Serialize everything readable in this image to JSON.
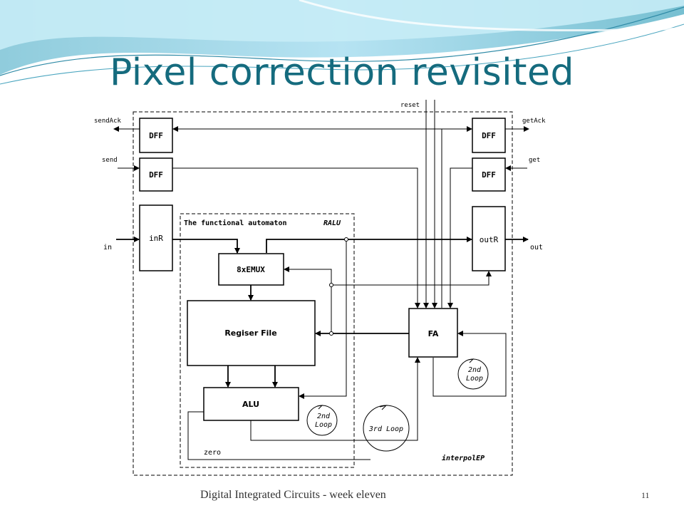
{
  "slide": {
    "title": "Pixel correction revisited",
    "footer_text": "Digital Integrated Circuits - week eleven",
    "page_number": "11",
    "accent_color": "#156B7E"
  },
  "diagram": {
    "ports": {
      "sendAck": "sendAck",
      "send": "send",
      "in": "in",
      "reset": "reset",
      "getAck": "getAck",
      "get": "get",
      "out": "out"
    },
    "blocks": {
      "dff": "DFF",
      "inR": "inR",
      "outR": "outR",
      "mux": "8xEMUX",
      "regfile": "Regiser File",
      "alu": "ALU",
      "fa": "FA",
      "zero": "zero"
    },
    "regions": {
      "ralu_title": "The functional automaton",
      "ralu_name": "RALU",
      "outer_name": "interpolEP"
    },
    "loops": {
      "loop_word": "Loop",
      "second": "2nd",
      "third": "3rd Loop"
    }
  }
}
